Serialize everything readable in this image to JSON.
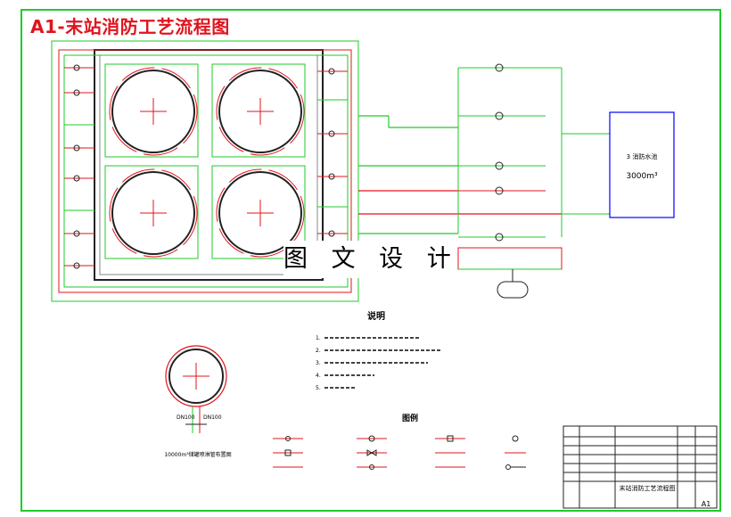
{
  "title": "A1-末站消防工艺流程图",
  "watermark": "图 文 设 计",
  "tank": {
    "label_line1": "3 消防水池",
    "label_line2": "3000m³"
  },
  "notes": {
    "heading": "说明",
    "items": [
      "1.",
      "2.",
      "3.",
      "4.",
      "5."
    ]
  },
  "legend": {
    "heading": "图例"
  },
  "detail": {
    "caption": "10000m³储罐喷淋管布置图",
    "pipe_a": "DN100",
    "pipe_b": "DN100"
  },
  "title_block": {
    "sheet_no": "A1",
    "drawing_name": "末站消防工艺流程图"
  },
  "colors": {
    "frame": "#1ecb2a",
    "water_pipe": "#e0141e",
    "foam_pipe": "#1ecb2a",
    "tank_line": "#0000ff",
    "tag": "#00c8ff"
  }
}
